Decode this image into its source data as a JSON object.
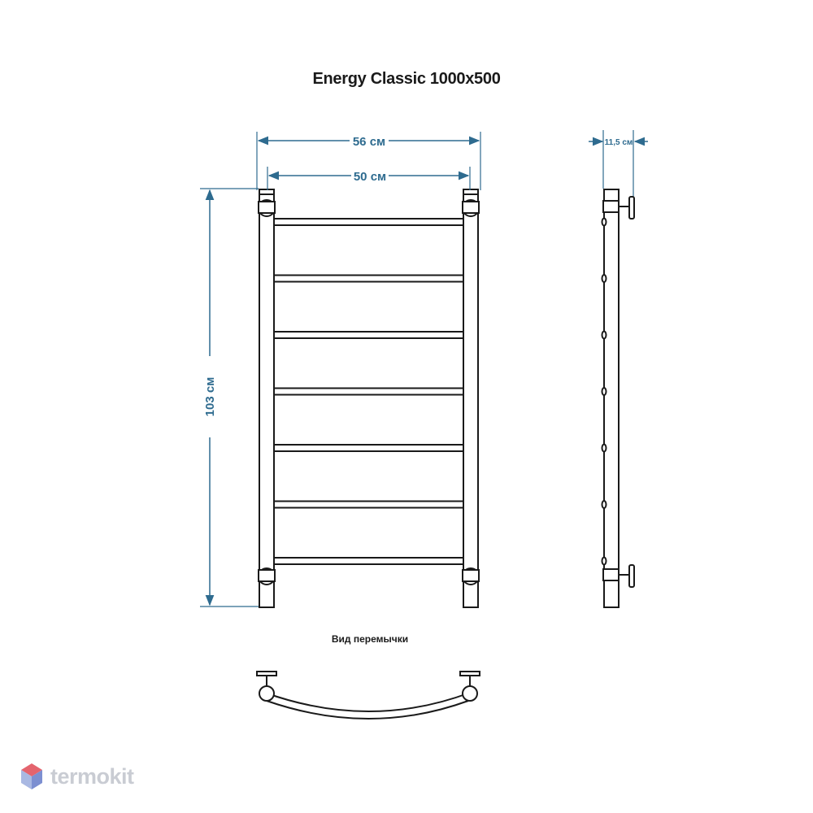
{
  "title": "Energy Classic 1000x500",
  "dimensions": {
    "outer_width": "56 см",
    "inner_width": "50 см",
    "height": "103 см",
    "depth": "11,5 см"
  },
  "bridge_caption": "Вид перемычки",
  "logo": {
    "text": "termokit",
    "icon": "cube-icon",
    "colors": [
      "#e4646e",
      "#a9b8e2",
      "#7c8fd1"
    ]
  },
  "colors": {
    "dimension": "#2e6b8f",
    "outline": "#1a1a1a"
  },
  "rail_count": 7
}
